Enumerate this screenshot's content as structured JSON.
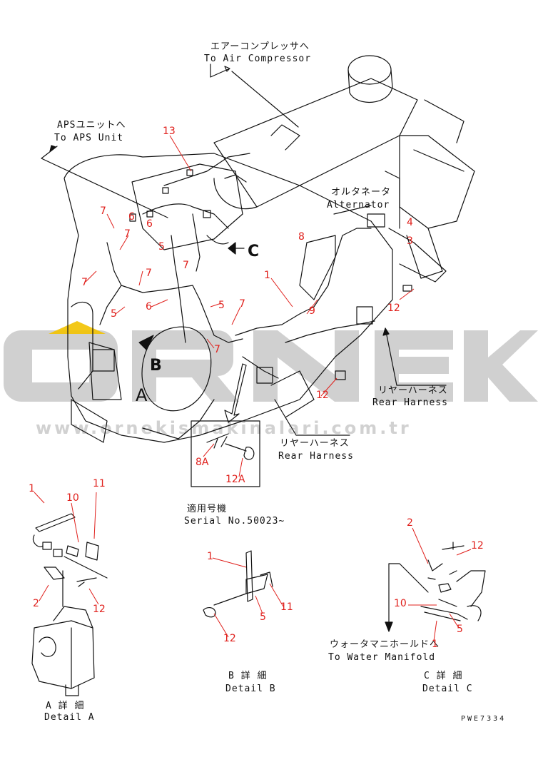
{
  "watermark": {
    "brand": "ORNEK",
    "url": "www.ornekismakinalari.com.tr",
    "color": "#c8c8c8",
    "accent": "#f2c200"
  },
  "colors": {
    "line": "#111111",
    "callout": "#e0201c"
  },
  "labels": {
    "air_compressor_jp": "エアーコンプレッサへ",
    "air_compressor_en": "To Air Compressor",
    "aps_jp": "APSユニットへ",
    "aps_en": "To APS Unit",
    "alternator_jp": "オルタネータ",
    "alternator_en": "Alternator",
    "rear_harness1_jp": "リヤーハーネス",
    "rear_harness1_en": "Rear Harness",
    "rear_harness2_jp": "リヤーハーネス",
    "rear_harness2_en": "Rear Harness",
    "serial_jp": "適用号機",
    "serial_en": "Serial No.50023~",
    "water_manifold_jp": "ウォータマニホールドへ",
    "water_manifold_en": "To Water Manifold",
    "view_a": "A",
    "view_b": "B",
    "view_c": "C",
    "detail_a_jp": "A 詳 細",
    "detail_a_en": "Detail A",
    "detail_b_jp": "B 詳 細",
    "detail_b_en": "Detail B",
    "detail_c_jp": "C 詳 細",
    "detail_c_en": "Detail C",
    "drawing_code": "PWE7334"
  },
  "callouts": {
    "c13": "13",
    "c7a": "7",
    "c6a": "6",
    "c7b": "7",
    "c6b": "6",
    "c5a": "5",
    "c7c": "7",
    "c7d": "7",
    "c7e": "7",
    "c5b": "5",
    "c6c": "6",
    "c5c": "5",
    "c7f": "7",
    "c7g": "7",
    "c8": "8",
    "c1": "1",
    "c9": "9",
    "c4": "4",
    "c3": "3",
    "c12a": "12",
    "c12b": "12",
    "c8a": "8A",
    "c12A": "12A",
    "da1": "1",
    "da10": "10",
    "da11": "11",
    "da2": "2",
    "da12": "12",
    "db1": "1",
    "db11": "11",
    "db5": "5",
    "db12": "12",
    "dc2": "2",
    "dc12": "12",
    "dc10": "10",
    "dc5": "5",
    "dc1": "1"
  }
}
